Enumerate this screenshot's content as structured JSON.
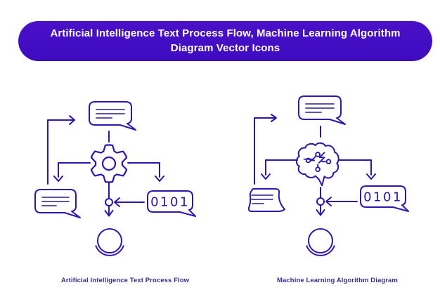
{
  "banner": {
    "title": "Artificial Intelligence Text Process Flow, Machine Learning Algorithm Diagram Vector Icons",
    "bg_color": "#4a10c8",
    "bg_color_dark": "#3f0bc0",
    "text_color": "#ffffff"
  },
  "colors": {
    "background": "#ffffff",
    "line_primary": "#2d15ae",
    "line_secondary": "#4b3a9d",
    "caption": "#3c2b8e"
  },
  "diagrams": [
    {
      "caption": "Artificial Intelligence Text Process Flow",
      "center_icon": "gear-icon",
      "binary_label": "0101",
      "icons": [
        "speech-bubble-icon",
        "gear-icon",
        "speech-bubble-icon",
        "binary-code-bubble-icon",
        "junction-node",
        "output-circle-icon"
      ]
    },
    {
      "caption": "Machine Learning Algorithm Diagram",
      "center_icon": "ai-brain-icon",
      "binary_label": "0101",
      "icons": [
        "speech-bubble-icon",
        "ai-brain-icon",
        "document-icon",
        "binary-code-bubble-icon",
        "junction-node",
        "output-circle-icon"
      ]
    }
  ]
}
